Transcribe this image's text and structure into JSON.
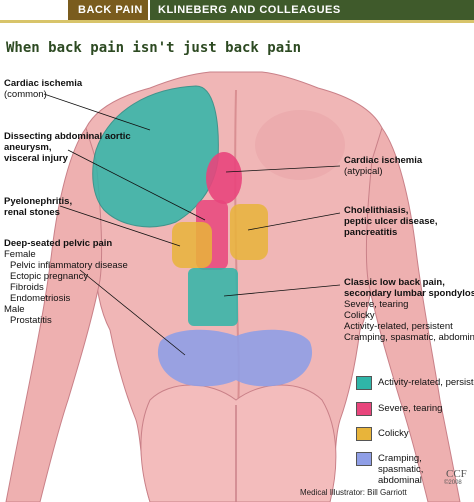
{
  "header": {
    "section": "BACK PAIN",
    "authors": "KLINEBERG AND COLLEAGUES"
  },
  "title": "When back pain isn't just back pain",
  "labels": {
    "cardiac_common": {
      "title": "Cardiac ischemia",
      "detail": "(common)"
    },
    "dissecting": {
      "line1": "Dissecting abdominal aortic",
      "line2": "aneurysm,",
      "line3": "visceral injury"
    },
    "pyelo": {
      "line1": "Pyelonephritis,",
      "line2": "renal stones"
    },
    "pelvic": {
      "title": "Deep-seated pelvic pain",
      "female": "Female",
      "items_female": [
        "Pelvic inflammatory disease",
        "Ectopic pregnancy",
        "Fibroids",
        "Endometriosis"
      ],
      "male": "Male",
      "items_male": [
        "Prostatitis"
      ]
    },
    "cardiac_atypical": {
      "title": "Cardiac ischemia",
      "detail": "(atypical)"
    },
    "chole": {
      "line1": "Cholelithiasis,",
      "line2": "peptic ulcer disease,",
      "line3": "pancreatitis"
    },
    "classic": {
      "line1": "Classic low back pain,",
      "line2": "secondary lumbar spondylosis",
      "items": [
        "Severe, tearing",
        "Colicky",
        "Activity-related, persistent",
        "Cramping, spasmatic, abdominal"
      ]
    }
  },
  "legend": [
    {
      "label": "Activity-related, persistent",
      "color": "#2fb5a8"
    },
    {
      "label": "Severe, tearing",
      "color": "#e8457c"
    },
    {
      "label": "Colicky",
      "color": "#e8b43a"
    },
    {
      "label": "Cramping, spasmatic, abdominal",
      "color": "#8f9ee6"
    }
  ],
  "credit": "Medical Illustrator: Bill Garriott",
  "logo": "CCF",
  "logo_year": "©2008",
  "colors": {
    "skin": "#f0b6b6",
    "skin_shadow": "#d98f92",
    "teal": "#2fb5a8",
    "pink": "#e8457c",
    "amber": "#e8b43a",
    "periwinkle": "#8f9ee6"
  }
}
